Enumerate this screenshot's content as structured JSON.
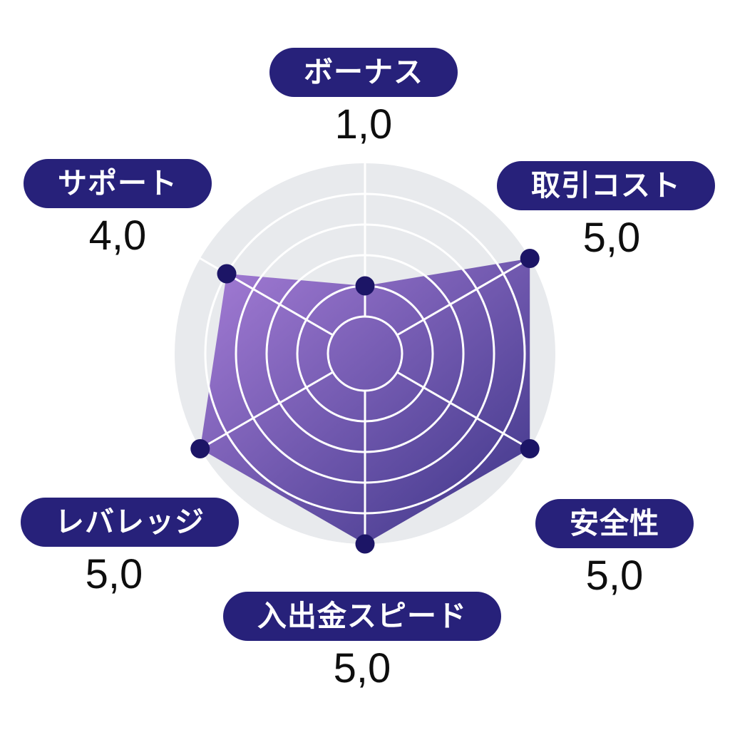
{
  "chart_data": {
    "type": "radar",
    "max": 5,
    "ring_values": [
      0,
      1,
      2,
      3,
      4
    ],
    "axes": [
      {
        "label": "ボーナス",
        "value": 1.0,
        "value_display": "1,0",
        "angle_deg": 0
      },
      {
        "label": "取引コスト",
        "value": 5.0,
        "value_display": "5,0",
        "angle_deg": 60
      },
      {
        "label": "安全性",
        "value": 5.0,
        "value_display": "5,0",
        "angle_deg": 120
      },
      {
        "label": "入出金スピード",
        "value": 5.0,
        "value_display": "5,0",
        "angle_deg": 180
      },
      {
        "label": "レバレッジ",
        "value": 5.0,
        "value_display": "5,0",
        "angle_deg": 240
      },
      {
        "label": "サポート",
        "value": 4.0,
        "value_display": "4,0",
        "angle_deg": 300
      }
    ],
    "colors": {
      "label_pill_bg": "#27217a",
      "label_text": "#ffffff",
      "value_text": "#0e0e0e",
      "disc_bg": "#e8eaed",
      "grid_line": "#ffffff",
      "point": "#1c1566",
      "polygon_gradient_start": "#a57dd6",
      "polygon_gradient_end": "#3c3487"
    }
  }
}
